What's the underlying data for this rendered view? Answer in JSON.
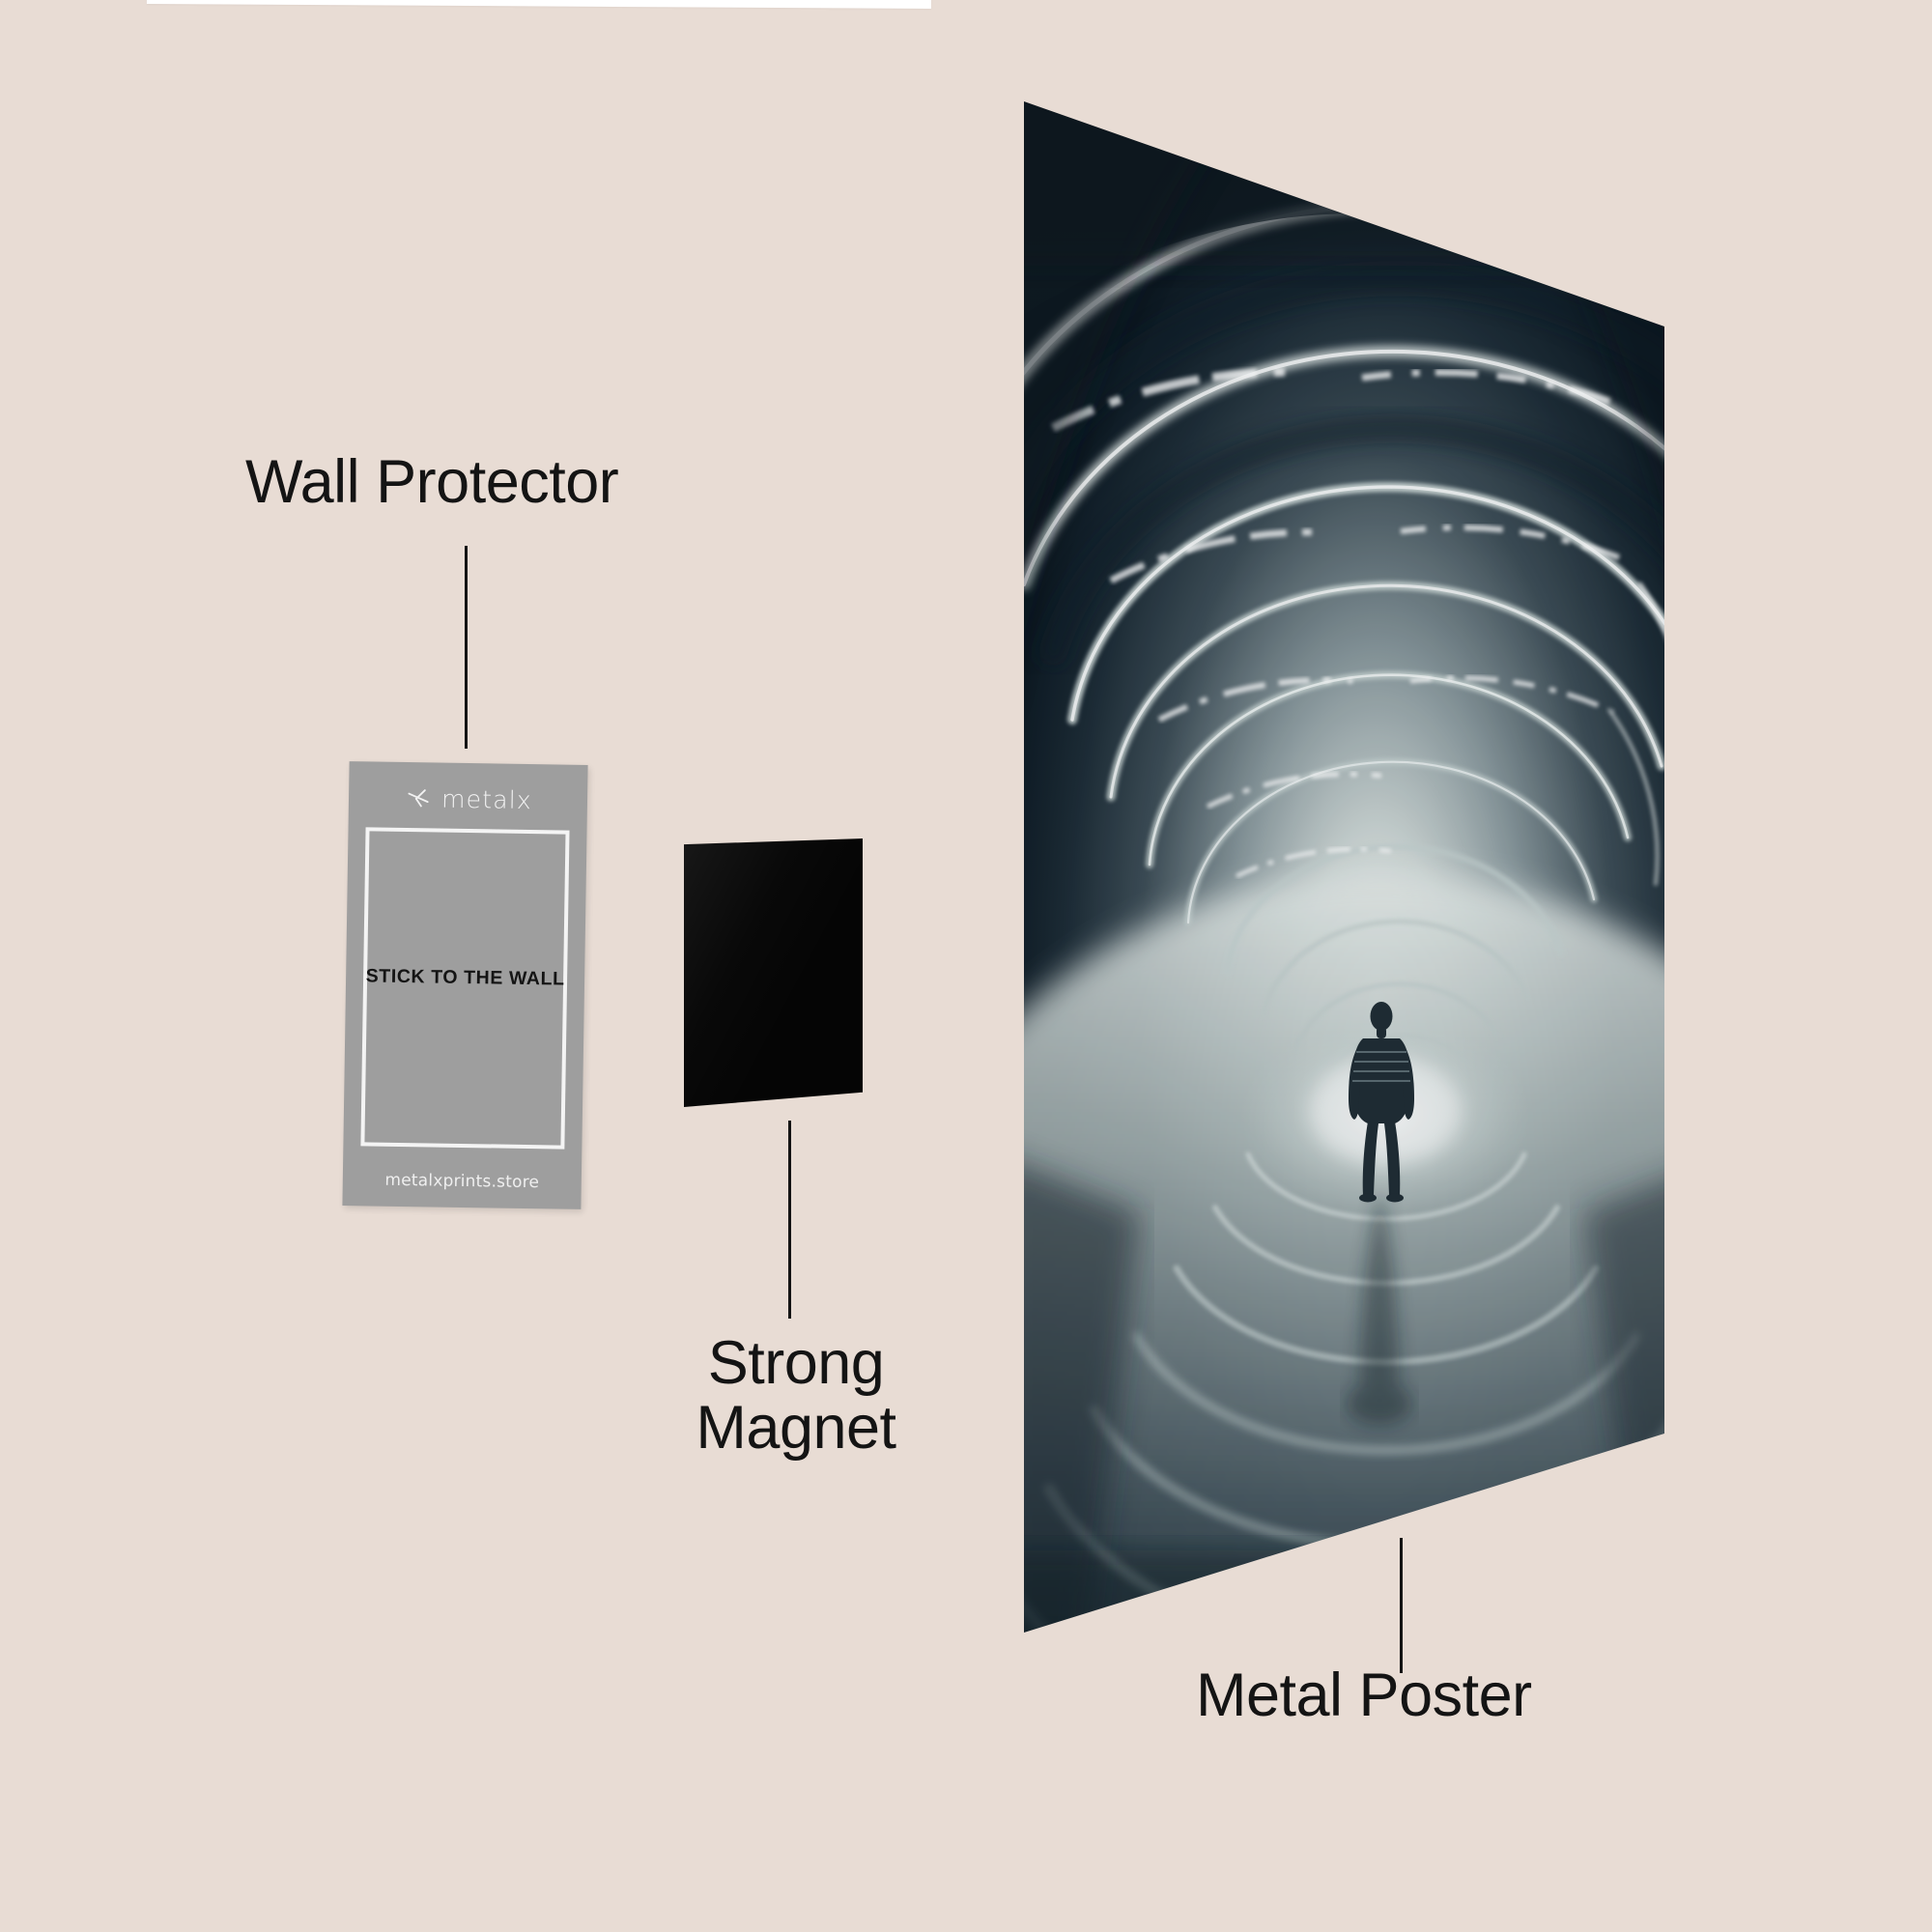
{
  "page": {
    "background_color": "#e8dcd4",
    "text_color": "#141414"
  },
  "annotations": [
    {
      "id": "wall-protector",
      "label": "Wall Protector"
    },
    {
      "id": "strong-magnet",
      "label": "Strong\nMagnet"
    },
    {
      "id": "metal-poster",
      "label": "Metal Poster"
    }
  ],
  "labels": {
    "wall_protector": "Wall Protector",
    "strong_magnet": "Strong\nMagnet",
    "metal_poster": "Metal Poster"
  },
  "wall_protector_card": {
    "brand": "metalx",
    "logo_icon": "metalx-cross-icon",
    "headline": "STICK TO THE WALL",
    "url": "metalxprints.store",
    "card_color": "#9e9e9e",
    "frame_color": "#f4f4f4",
    "brand_text_color": "#f2f2f2"
  },
  "strong_magnet": {
    "color": "#050505",
    "shape": "square-sheet"
  },
  "metal_poster": {
    "artwork_title": "Figure in luminous ring tunnel",
    "artwork_palette": {
      "deep": "#0c1a24",
      "mid": "#24343c",
      "light": "#cfd8d6",
      "glow": "#ffffff"
    },
    "subject": "silhouetted standing figure with reflection",
    "motif": "concentric glowing rings receding into vanishing point"
  }
}
